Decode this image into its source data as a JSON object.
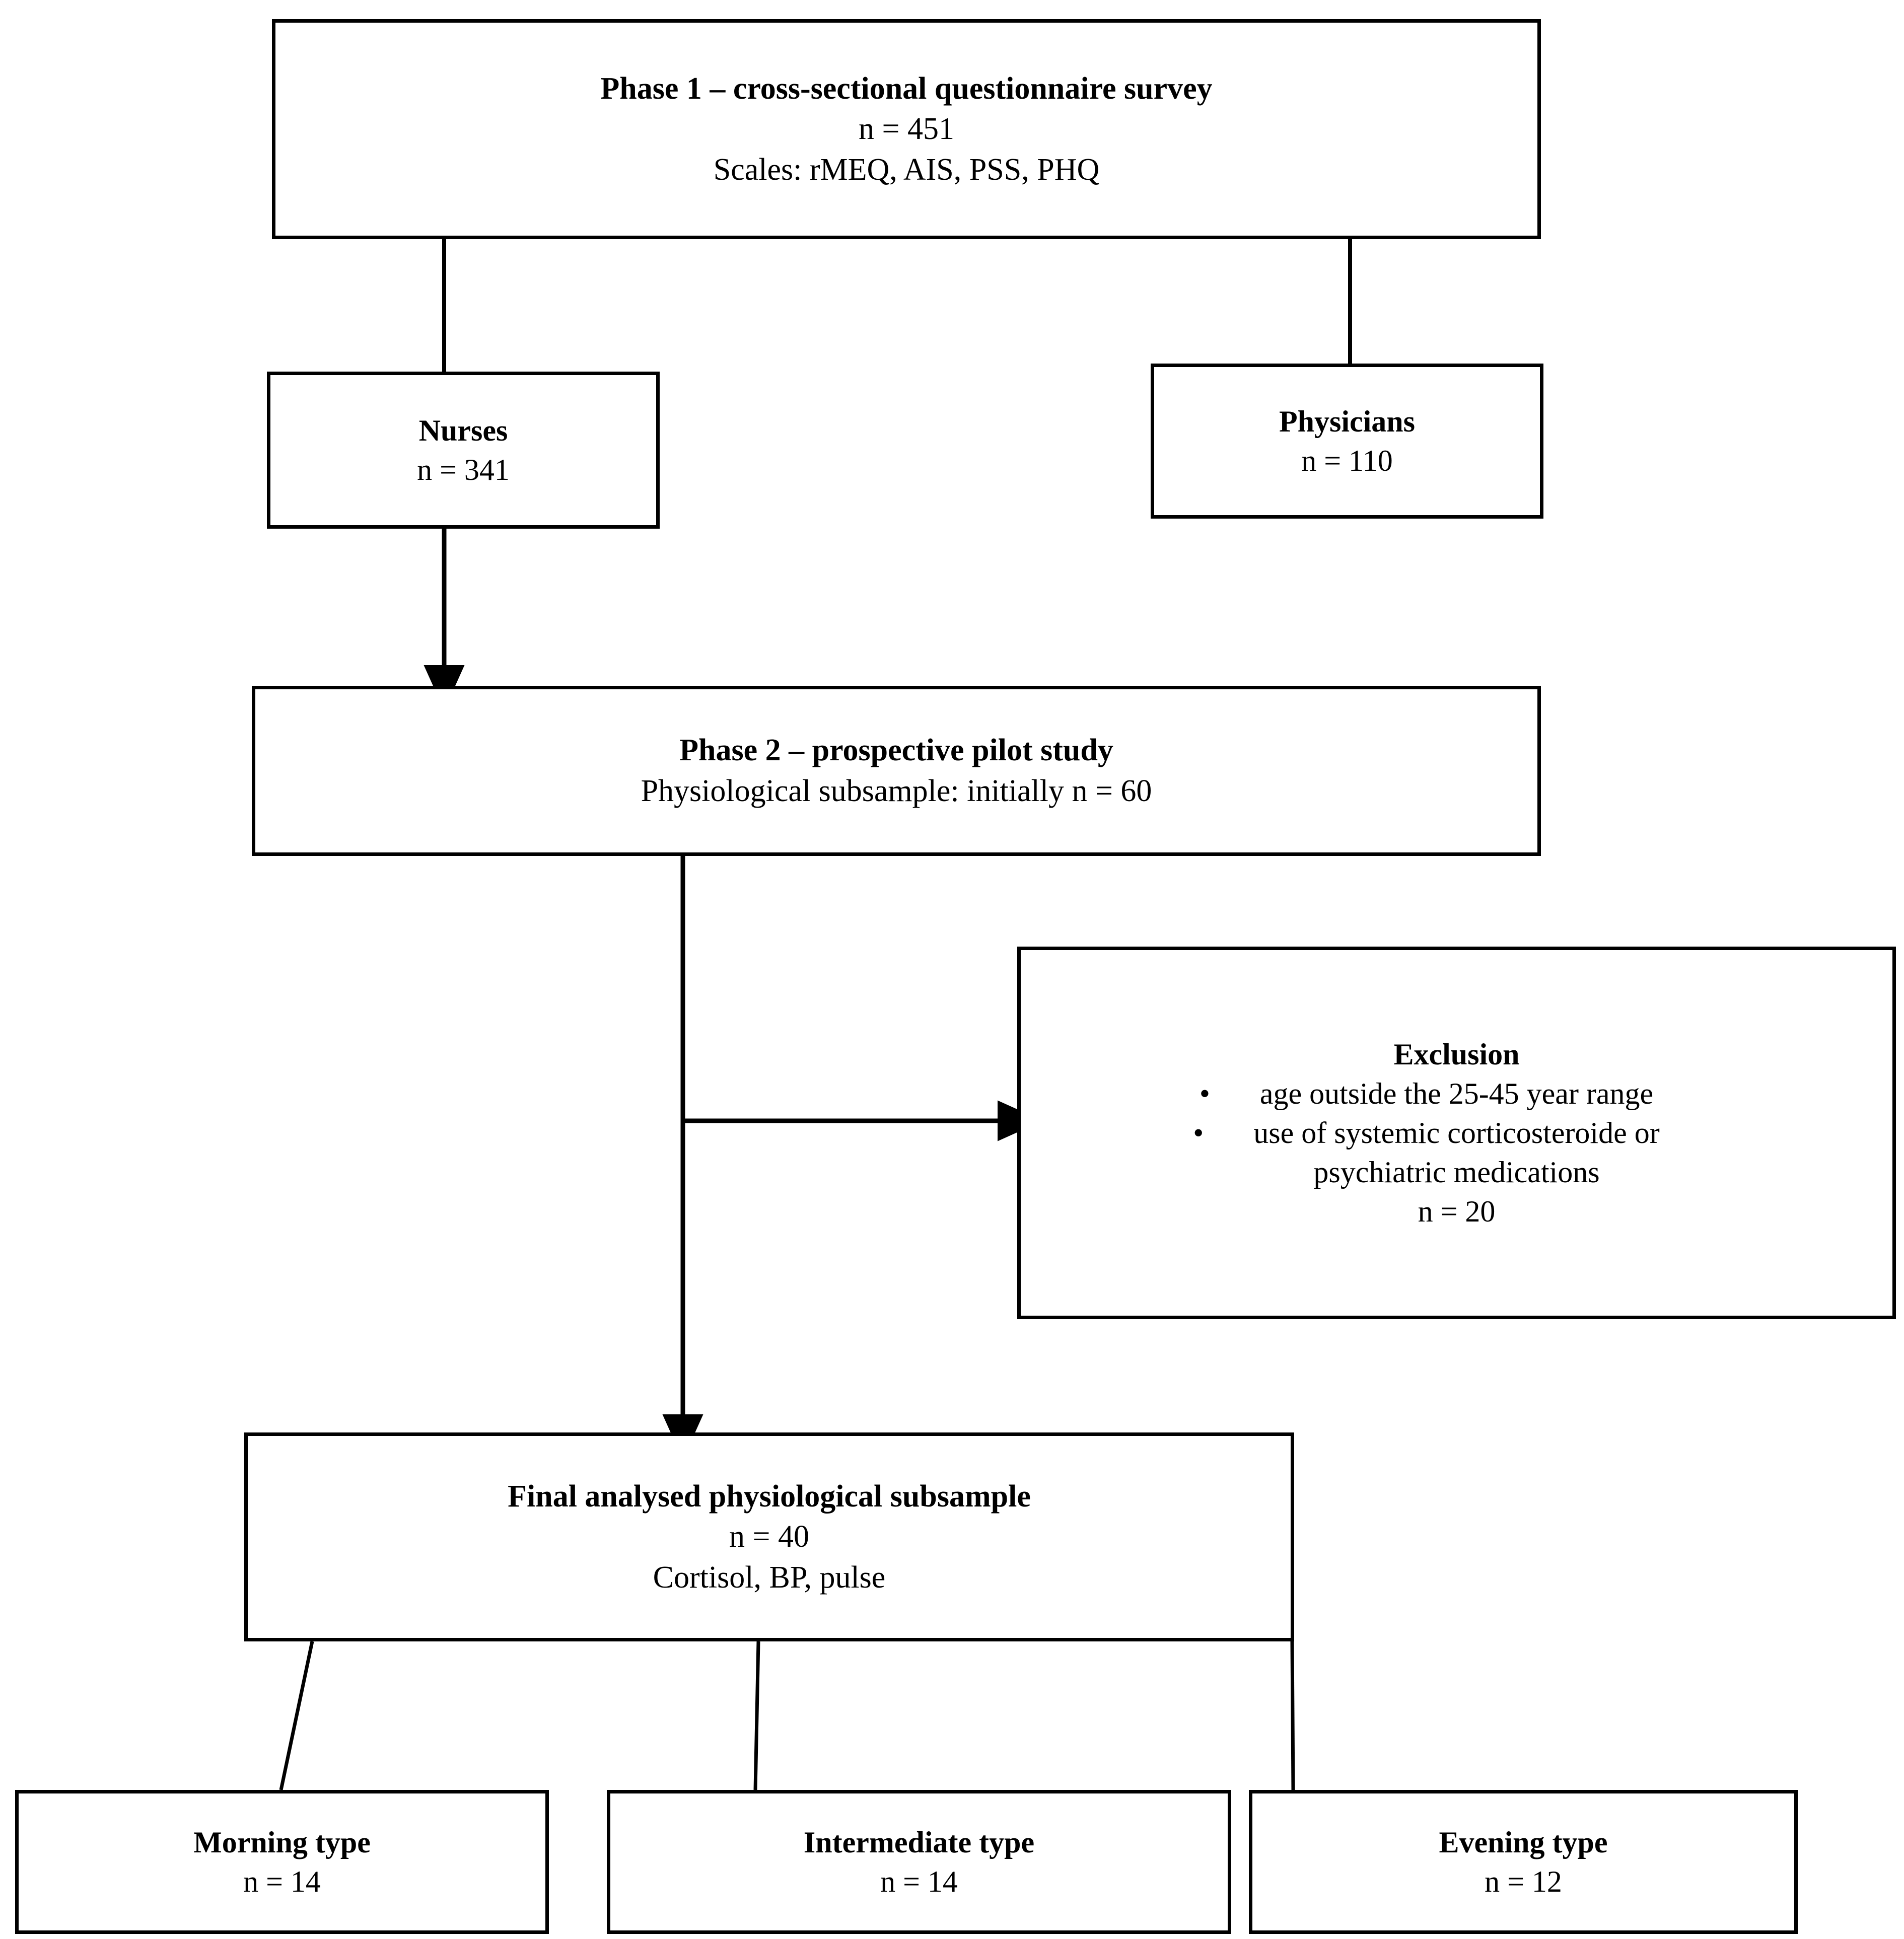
{
  "diagram": {
    "type": "study-flowchart",
    "nodes": {
      "phase1": {
        "title": "Phase 1 – cross-sectional questionnaire survey",
        "n_label": "n = 451",
        "scales_label": "Scales: rMEQ, AIS, PSS, PHQ"
      },
      "nurses": {
        "title": "Nurses",
        "n_label": "n = 341"
      },
      "physicians": {
        "title": "Physicians",
        "n_label": "n = 110"
      },
      "phase2": {
        "title": "Phase 2 – prospective pilot study",
        "subsample_label": "Physiological subsample: initially n = 60"
      },
      "exclusion": {
        "title": "Exclusion",
        "bullet_glyph": "•",
        "criteria": [
          "age outside the 25-45 year range",
          "use of systemic corticosteroide or"
        ],
        "criteria_wrap": "psychiatric medications",
        "n_label": "n = 20"
      },
      "final": {
        "title": "Final analysed physiological subsample",
        "n_label": "n = 40",
        "measures_label": "Cortisol, BP, pulse"
      },
      "morning": {
        "title": "Morning type",
        "n_label": "n = 14"
      },
      "intermediate": {
        "title": "Intermediate type",
        "n_label": "n = 14"
      },
      "evening": {
        "title": "Evening type",
        "n_label": "n = 12"
      }
    },
    "colors": {
      "stroke": "#000000",
      "fill": "#ffffff",
      "text": "#000000"
    }
  }
}
